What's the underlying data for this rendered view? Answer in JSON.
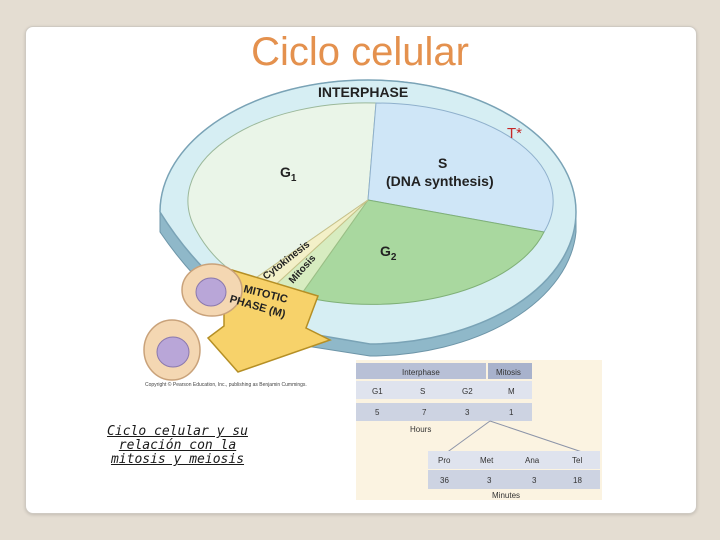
{
  "slide": {
    "title": "Ciclo celular",
    "link_text": "Ciclo celular y su relación con la mitosis y meiosis"
  },
  "diagram": {
    "interphase_label": "INTERPHASE",
    "t_mark": "T*",
    "g1_label": "G",
    "g1_sub": "1",
    "s_label": "S",
    "s_desc": "(DNA synthesis)",
    "g2_label": "G",
    "g2_sub": "2",
    "cytokinesis_label": "Cytokinesis",
    "mitosis_label": "Mitosis",
    "mitotic_line1": "MITOTIC",
    "mitotic_line2": "PHASE (M)",
    "copyright": "Copyright © Pearson Education, Inc., publishing as Benjamin Cummings."
  },
  "table": {
    "header_interphase": "Interphase",
    "header_mitosis": "Mitosis",
    "phases": [
      "G1",
      "S",
      "G2",
      "M"
    ],
    "hours": [
      "5",
      "7",
      "3",
      "1"
    ],
    "hours_label": "Hours",
    "mitosis_phases": [
      "Pro",
      "Met",
      "Ana",
      "Tel"
    ],
    "minutes": [
      "36",
      "3",
      "3",
      "18"
    ],
    "minutes_label": "Minutes"
  },
  "colors": {
    "title": "#e4914e",
    "g1": "#eaf5e8",
    "s": "#cfe6f7",
    "g2": "#a9d89f",
    "ring": "#d6eef3",
    "arrow": "#f7d26a",
    "table_header": "#b8c0d6",
    "table_row": "#cdd3e2"
  }
}
